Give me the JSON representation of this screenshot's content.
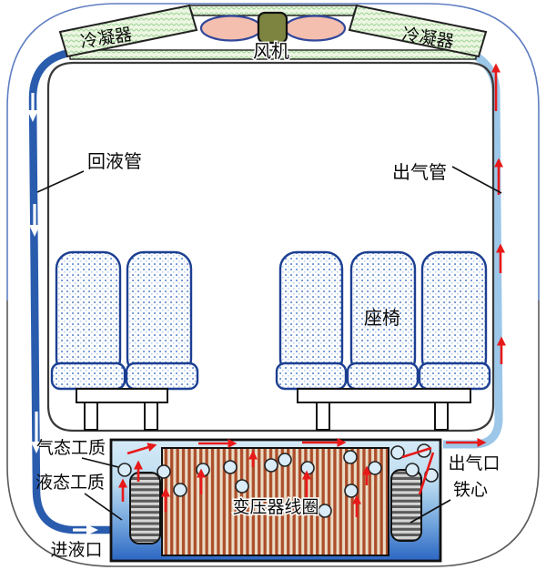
{
  "diagram": {
    "top": {
      "condenser_left": "冷凝器",
      "condenser_right": "冷凝器",
      "fan": "风机"
    },
    "pipes": {
      "return_pipe": "回液管",
      "gas_pipe": "出气管"
    },
    "cabin": {
      "seat": "座椅"
    },
    "tank": {
      "gas_medium": "气态工质",
      "liquid_medium": "液态工质",
      "liquid_inlet": "进液口",
      "coil": "变压器线圈",
      "gas_outlet": "出气口",
      "iron_core": "铁心"
    },
    "colors": {
      "liquid_pipe_blue": "#2a5cae",
      "gas_pipe_blue": "#9cc7e9",
      "arrow_red": "#e81919",
      "condenser_green_fill": "#edf6e2",
      "condenser_wave_green": "#93cf8c",
      "fan_blade_pink": "#f4bfae",
      "fan_hub_olive": "#7d8440",
      "seat_outline_blue": "#1c3f92",
      "coil_stripe_red": "#ad4e2b",
      "tank_deep_blue": "#2b66c2",
      "tank_light_blue": "#d6ebf8"
    }
  }
}
